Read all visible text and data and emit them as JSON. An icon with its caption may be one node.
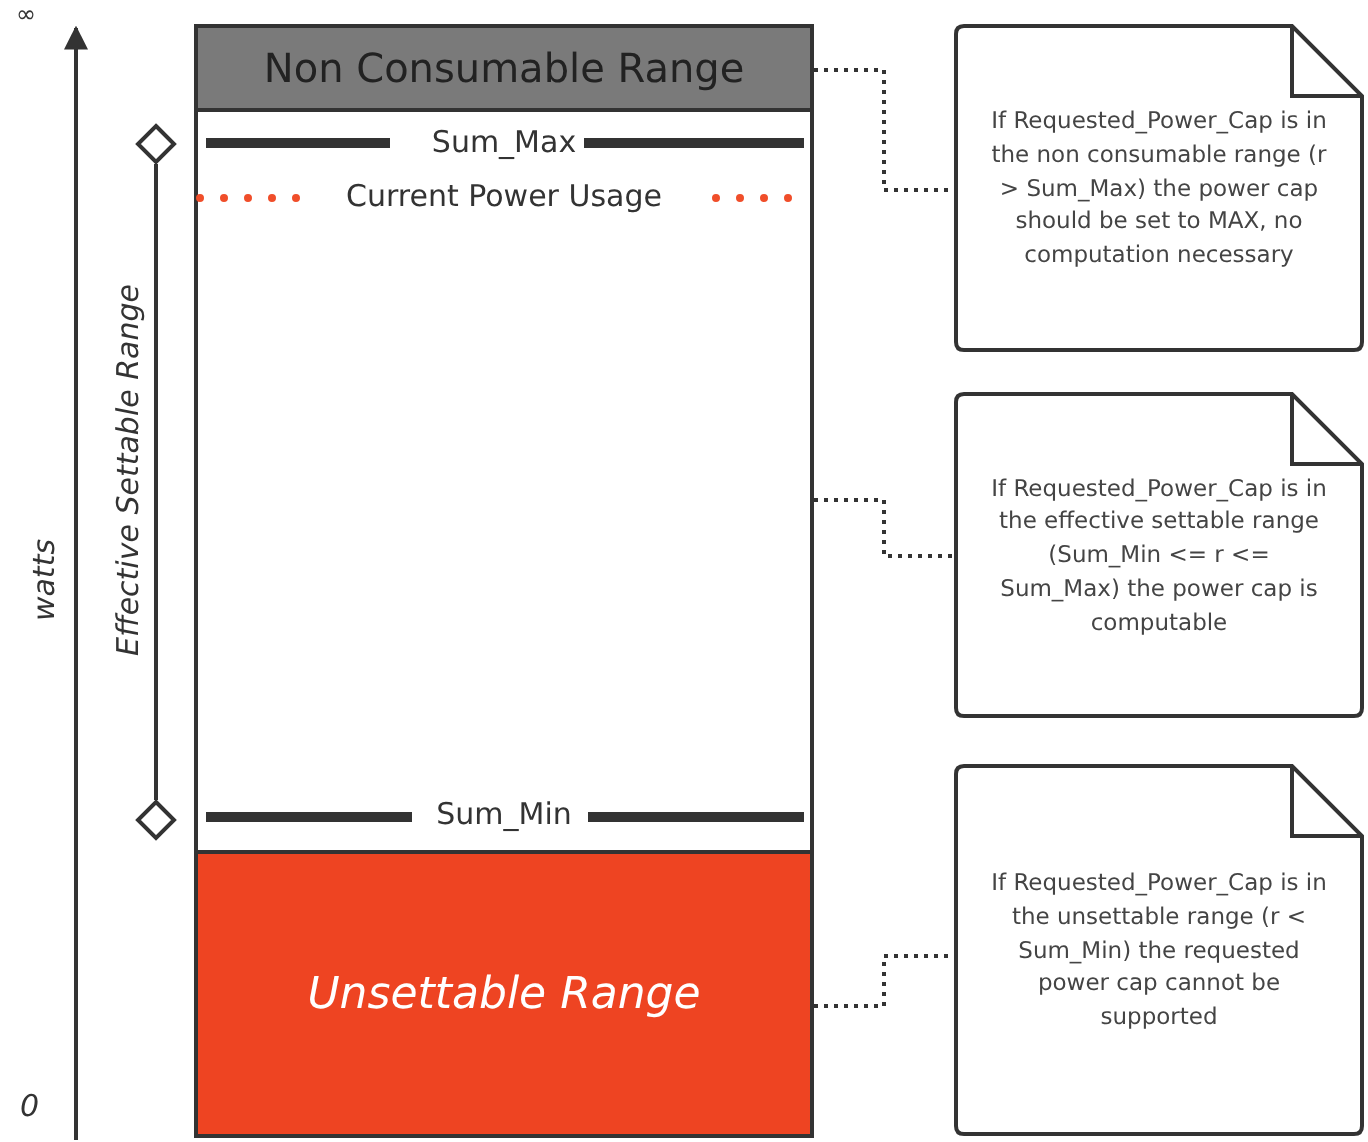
{
  "diagram": {
    "nodes": [
      {
        "text": [
          "Non Consumable Range"
        ]
      },
      {
        "text": [],
        "shape": "box"
      },
      {
        "text": [
          "Unsettable Range"
        ]
      },
      {
        "text": [
          "If Requested_Power_Cap is in the non consumable range (r > Sum_Max) the power cap should be set to MAX, no computation necessary"
        ]
      },
      {
        "text": [
          "If Requested_Power_Cap is in the effective settable range (Sum_Min <= r <= Sum_Max) the power cap is computable"
        ]
      },
      {
        "text": [
          "If Requested_Power_Cap is in the unsettable range (r < Sum_Min) the requested power cap cannot be supported"
        ]
      }
    ],
    "edges": [
      {
        "from": 0,
        "to": 3,
        "arrow": "none",
        "style": "dashed"
      },
      {
        "from": 1,
        "to": 4,
        "arrow": "none",
        "style": "dashed"
      },
      {
        "from": 2,
        "to": 5,
        "arrow": "none",
        "style": "dashed"
      }
    ],
    "labels": [
      "∞",
      "Sum_Max",
      "Current Power Usage",
      "Effective Settable Range",
      "watts",
      "Sum_Min",
      "0"
    ]
  }
}
